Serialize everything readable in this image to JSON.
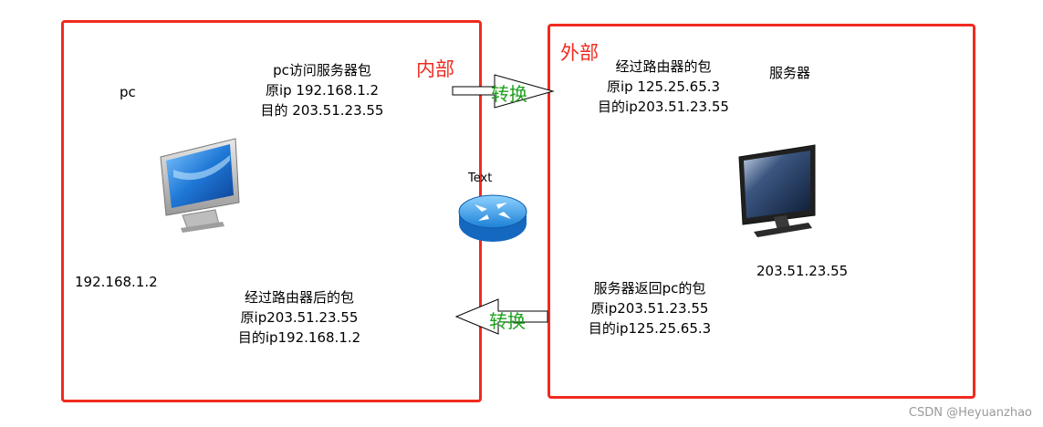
{
  "zones": {
    "inner_label": "内部",
    "outer_label": "外部"
  },
  "arrows": {
    "top_label": "转换",
    "bottom_label": "转换"
  },
  "pc": {
    "label": "pc",
    "ip": "192.168.1.2"
  },
  "server": {
    "label": "服务器",
    "ip": "203.51.23.55"
  },
  "router": {
    "label": "Text"
  },
  "packets": {
    "pc_to_server": [
      "pc访问服务器包",
      "原ip 192.168.1.2",
      "目的 203.51.23.55"
    ],
    "after_router_out": [
      "经过路由器的包",
      "原ip 125.25.65.3",
      "目的ip203.51.23.55"
    ],
    "after_router_in": [
      "经过路由器后的包",
      "原ip203.51.23.55",
      "目的ip192.168.1.2"
    ],
    "server_return": [
      "服务器返回pc的包",
      "原ip203.51.23.55",
      "目的ip125.25.65.3"
    ]
  },
  "watermark": "CSDN @Heyuanzhao",
  "colors": {
    "zone_border": "#f02a20",
    "convert_text": "#1ea01e"
  }
}
